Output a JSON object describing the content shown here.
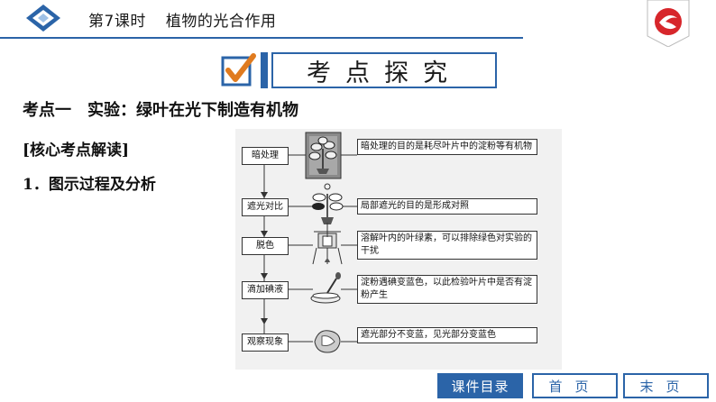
{
  "header": {
    "lesson": "第7课时",
    "topic": "植物的光合作用"
  },
  "banner": {
    "label": "考点探究"
  },
  "content": {
    "heading": "考点一　实验：绿叶在光下制造有机物",
    "section": "[核心考点解读]",
    "item": "1．图示过程及分析"
  },
  "diagram": {
    "steps": [
      {
        "label": "暗处理",
        "note": "暗处理的目的是耗尽叶片中的淀粉等有机物"
      },
      {
        "label": "遮光对比",
        "note": "局部遮光的目的是形成对照"
      },
      {
        "label": "脱色",
        "note": "溶解叶内的叶绿素，可以排除绿色对实验的干扰"
      },
      {
        "label": "滴加碘液",
        "note": "淀粉遇碘变蓝色，以此检验叶片中是否有淀粉产生"
      },
      {
        "label": "观察现象",
        "note": "遮光部分不变蓝，见光部分变蓝色"
      }
    ]
  },
  "nav": {
    "toc": "课件目录",
    "first": "首页",
    "last": "末页"
  },
  "colors": {
    "accent": "#2b64a8",
    "badge": "#d7262b"
  }
}
